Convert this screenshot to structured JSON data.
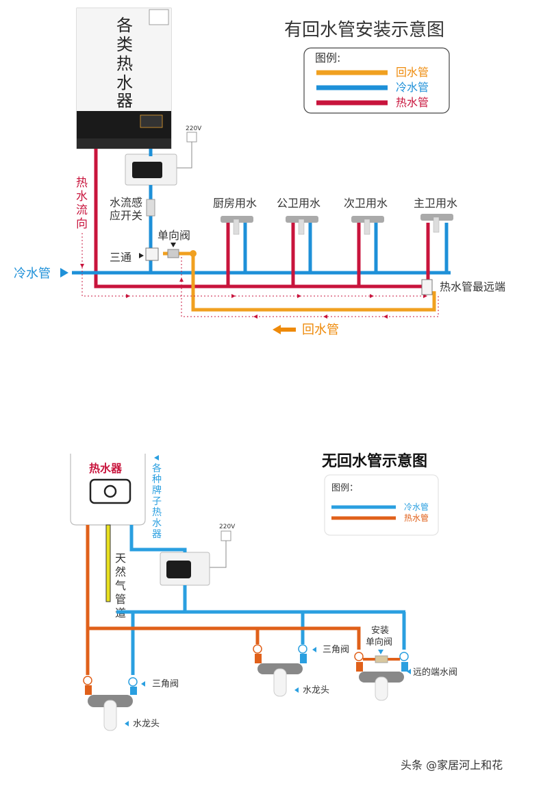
{
  "diagram1": {
    "title": "有回水管安装示意图",
    "legend": {
      "title": "图例:",
      "return_pipe": "回水管",
      "cold_pipe": "冷水管",
      "hot_pipe": "热水管"
    },
    "heater_text": [
      "各",
      "类",
      "热",
      "水",
      "器"
    ],
    "voltage": "220V",
    "hot_flow_label": [
      "热",
      "水",
      "流",
      "向"
    ],
    "flow_switch_label": [
      "水流感",
      "应开关"
    ],
    "check_valve": "单向阀",
    "tee": "三通",
    "cold_inlet": "冷水管",
    "fixtures": [
      "厨房用水",
      "公卫用水",
      "次卫用水",
      "主卫用水"
    ],
    "farthest_end": "热水管最远端",
    "return_label": "回水管",
    "colors": {
      "cold": "#1e90d8",
      "hot": "#c8143c",
      "return": "#f0a020"
    }
  },
  "diagram2": {
    "title": "无回水管示意图",
    "legend": {
      "title": "图例：",
      "cold_pipe": "冷水管",
      "hot_pipe": "热水管"
    },
    "heater_label": "热水器",
    "brands_label": [
      "各",
      "种",
      "牌",
      "子",
      "热",
      "水",
      "器"
    ],
    "voltage": "220V",
    "gas_pipe": [
      "天",
      "然",
      "气",
      "管",
      "道"
    ],
    "angle_valve_1": "三角阀",
    "faucet_1": "水龙头",
    "angle_valve_2": "三角阀",
    "faucet_2": "水龙头",
    "install_check_valve": [
      "安装",
      "单向阀"
    ],
    "far_end_valve": "远的端水阀",
    "colors": {
      "cold": "#2a9fe0",
      "hot": "#e0601a",
      "gas": "#e8e020"
    }
  },
  "watermark": "头条 @家居河上和花"
}
